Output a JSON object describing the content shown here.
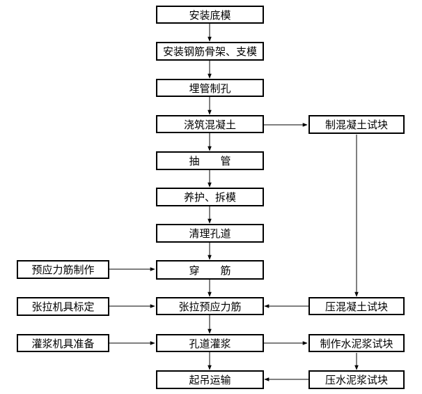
{
  "flowchart": {
    "main_steps": [
      "安装底模",
      "安装钢筋骨架、支模",
      "埋管制孔",
      "浇筑混凝土",
      "抽　　管",
      "养护、拆模",
      "清理孔道",
      "穿　　筋",
      "张拉预应力筋",
      "孔道灌浆",
      "起吊运输"
    ],
    "left_inputs": [
      "预应力筋制作",
      "张拉机具标定",
      "灌浆机具准备"
    ],
    "right_steps": [
      "制混凝土试块",
      "压混凝土试块",
      "制作水泥浆试块",
      "压水泥浆试块"
    ]
  }
}
